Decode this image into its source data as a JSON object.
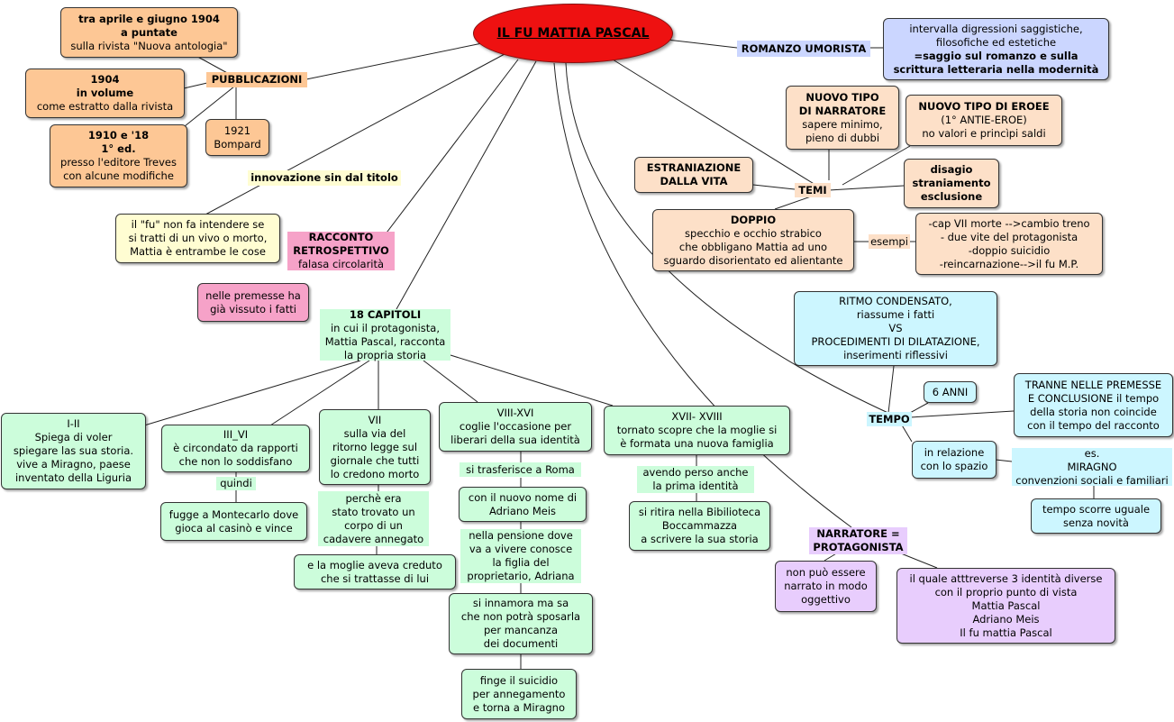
{
  "title": "IL FU MATTIA PASCAL",
  "romanzo_umorista": {
    "label": "ROMANZO UMORISTA",
    "line1": "intervalla digressioni saggistiche,",
    "line2": "filosofiche  ed estetiche",
    "line3": "=saggio sul romanzo e sulla",
    "line4": "scrittura letteraria nella modernità"
  },
  "pubblicazioni": {
    "label": "PUBBLICAZIONI",
    "p1": {
      "l1": "tra aprile e giugno 1904",
      "l2": "a puntate",
      "l3": "sulla rivista \"Nuova antologia\""
    },
    "p2": {
      "l1": "1904",
      "l2": "in volume",
      "l3": "come estratto dalla rivista"
    },
    "p3": {
      "l1": "1910 e '18",
      "l2": "1° ed.",
      "l3": "presso l'editore Treves",
      "l4": "con alcune modifiche"
    },
    "p4": {
      "l1": "1921",
      "l2": "Bompard"
    }
  },
  "innovazione": {
    "label": "innovazione sin dal titolo",
    "l1": "il \"fu\" non fa intendere se",
    "l2": "si tratti di un vivo o morto,",
    "l3": "Mattia è entrambe le cose"
  },
  "racconto": {
    "l1": "RACCONTO",
    "l2": "RETROSPETTIVO",
    "l3": "falasa circolarità",
    "premesse1": "nelle premesse ha",
    "premesse2": "già vissuto i fatti"
  },
  "temi": {
    "label": "TEMI",
    "narratore": {
      "l1": "NUOVO TIPO",
      "l2": "DI NARRATORE",
      "l3": "sapere minimo,",
      "l4": "pieno di dubbi"
    },
    "eroe": {
      "l1": "NUOVO TIPO DI EROEE",
      "l2": "(1° ANTIE-EROE)",
      "l3": "no valori e princìpi saldi"
    },
    "estraniazione": {
      "l1": "ESTRANIAZIONE",
      "l2": "DALLA VITA"
    },
    "disagio": {
      "l1": "disagio",
      "l2": "straniamento",
      "l3": "esclusione"
    },
    "doppio": {
      "l1": "DOPPIO",
      "l2": "specchio e occhio strabico",
      "l3": "che obbligano Mattia ad uno",
      "l4": "sguardo disorientato ed alientante"
    },
    "esempi_label": "esempi",
    "esempi": {
      "l1": "-cap VII morte -->cambio treno",
      "l2": "- due vite del protagonista",
      "l3": "-doppio suicidio",
      "l4": "-reincarnazione-->il fu M.P."
    }
  },
  "tempo": {
    "label": "TEMPO",
    "ritmo": {
      "l1": "RITMO CONDENSATO,",
      "l2": "riassume i fatti",
      "l3": "VS",
      "l4": "PROCEDIMENTI DI DILATAZIONE,",
      "l5": "inserimenti riflessivi"
    },
    "anni": "6 ANNI",
    "tranne": {
      "l1": "TRANNE NELLE PREMESSE",
      "l2": "E CONCLUSIONE il tempo",
      "l3": "della storia non coincide",
      "l4": "con il tempo del racconto"
    },
    "spazio": {
      "l1": "in relazione",
      "l2": "con lo spazio"
    },
    "es": {
      "l1": "es.",
      "l2": "MIRAGNO",
      "l3": "convenzioni sociali e familiari"
    },
    "scorre": {
      "l1": "tempo scorre uguale",
      "l2": "senza novità"
    }
  },
  "narratore": {
    "l1": "NARRATORE =",
    "l2": "PROTAGONISTA",
    "oggettivo": {
      "l1": "non può essere",
      "l2": "narrato in modo",
      "l3": "oggettivo"
    },
    "identita": {
      "l1": "il quale atttreverse 3 identità diverse",
      "l2": "con il proprio punto di vista",
      "l3": "Mattia Pascal",
      "l4": "Adriano Meis",
      "l5": "Il fu mattia Pascal"
    }
  },
  "capitoli": {
    "head": {
      "l1": "18 CAPITOLI",
      "l2": "in cui il protagonista,",
      "l3": "Mattia Pascal, racconta",
      "l4": "la propria storia"
    },
    "c1": {
      "l1": "I-II",
      "l2": "Spiega di voler",
      "l3": "spiegare las sua storia.",
      "l4": "vive a Miragno, paese",
      "l5": "inventato della Liguria"
    },
    "c2": {
      "l1": "III_VI",
      "l2": "è circondato da rapporti",
      "l3": "che non lo soddisfano"
    },
    "quindi": "quindi",
    "montecarlo": {
      "l1": "fugge a Montecarlo dove",
      "l2": "gioca al casinò e vince"
    },
    "c3": {
      "l1": "VII",
      "l2": "sulla via del",
      "l3": "ritorno legge sul",
      "l4": "giornale che tutti",
      "l5": "lo credono morto"
    },
    "perche": {
      "l1": "perchè era",
      "l2": "stato trovato un",
      "l3": "corpo di un",
      "l4": "cadavere annegato"
    },
    "moglie": {
      "l1": "e la moglie aveva creduto",
      "l2": "che si trattasse di lui"
    },
    "c4": {
      "l1": "VIII-XVI",
      "l2": "coglie l'occasione per",
      "l3": "liberari della sua identità"
    },
    "roma": "si trasferisce a Roma",
    "nome": {
      "l1": "con il nuovo nome di",
      "l2": "Adriano Meis"
    },
    "pensione": {
      "l1": "nella pensione dove",
      "l2": "va a vivere conosce",
      "l3": "la figlia del",
      "l4": "proprietario, Adriana"
    },
    "innamora": {
      "l1": "si innamora ma sa",
      "l2": "che non potrà sposarla",
      "l3": "per mancanza",
      "l4": "dei documenti"
    },
    "finge": {
      "l1": "finge il suicidio",
      "l2": "per annegamento",
      "l3": "e torna a Miragno"
    },
    "c5": {
      "l1": "XVII- XVIII",
      "l2": "tornato scopre che la moglie si",
      "l3": "è formata una nuova famiglia"
    },
    "perso": {
      "l1": "avendo perso anche",
      "l2": "la prima identità"
    },
    "ritira": {
      "l1": "si ritira nella Bibilioteca",
      "l2": "Boccammazza",
      "l3": "a scrivere la sua storia"
    }
  }
}
